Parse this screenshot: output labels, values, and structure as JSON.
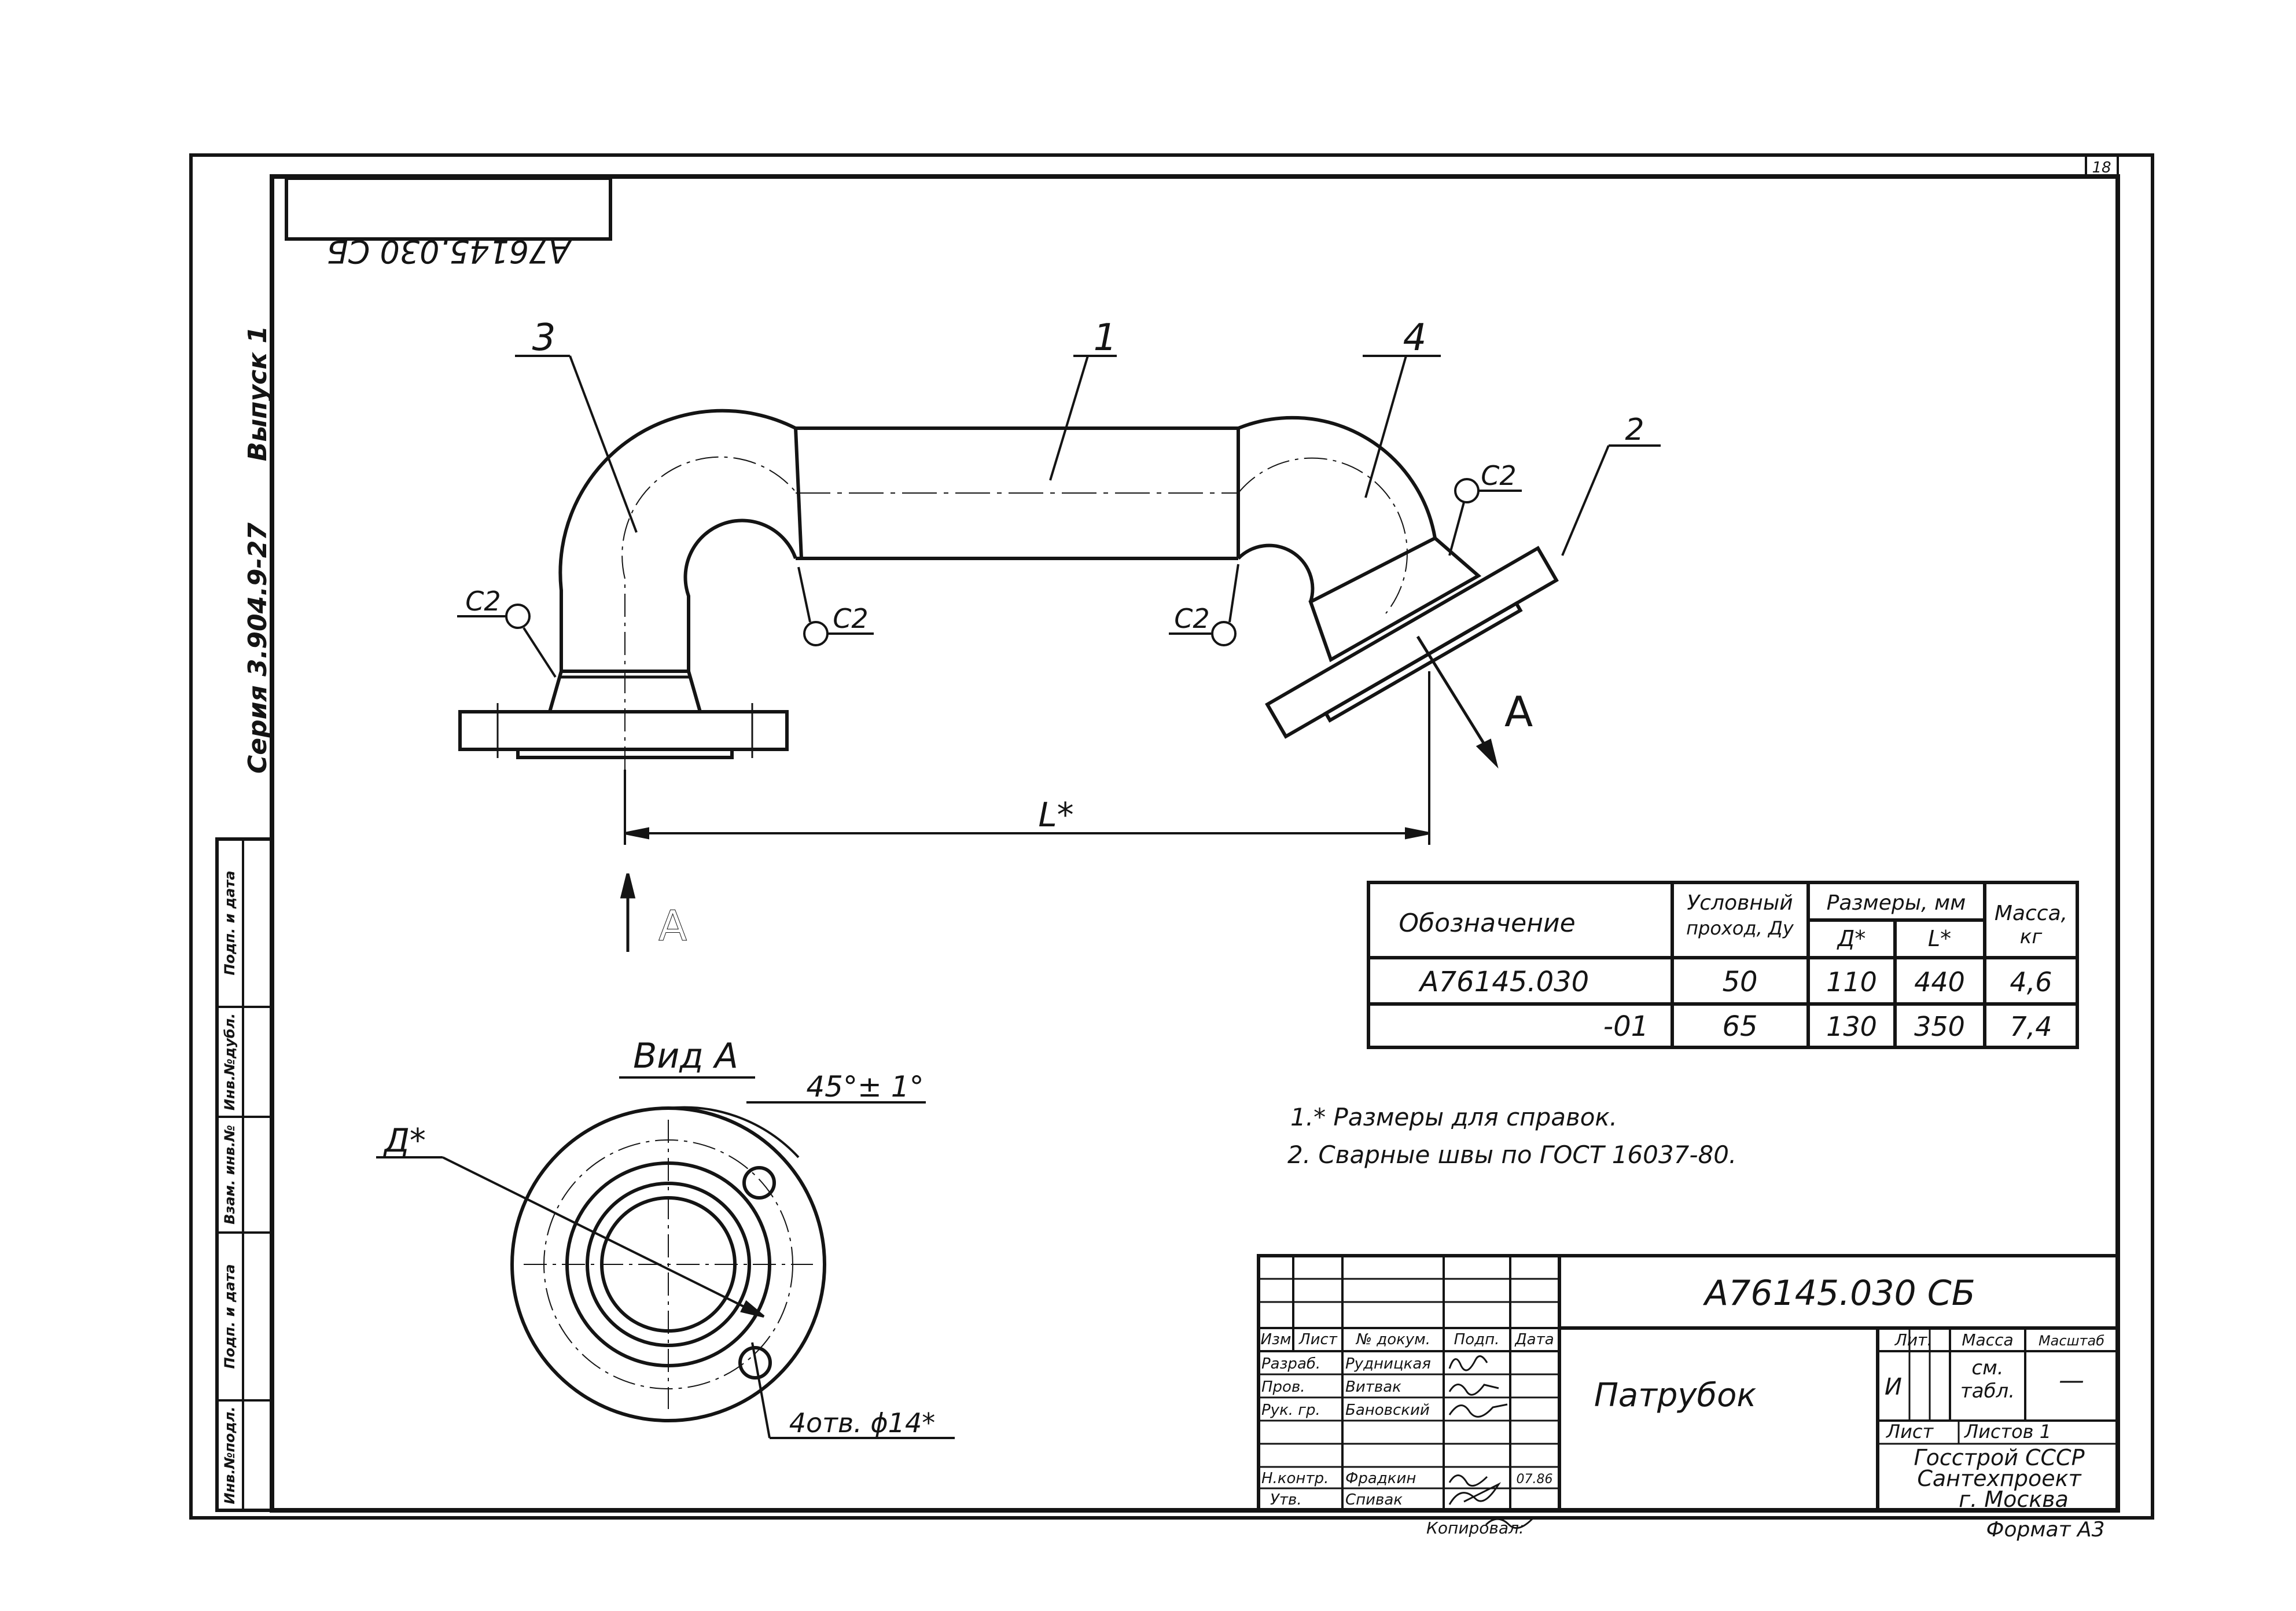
{
  "sheet": {
    "page_number": "18",
    "stamp_code_mirrored": "А76145.030 СБ",
    "series": "Серия 3.904.9-27",
    "issue": "Выпуск 1",
    "copied_by": "Копировал:",
    "format": "Формат А3"
  },
  "side_stamp": {
    "cells": [
      "Инв.№подл.",
      "Подп. и дата",
      "Взам. инв.№",
      "Инв.№дубл.",
      "Подп. и дата"
    ]
  },
  "drawing": {
    "part_labels": [
      "3",
      "1",
      "4",
      "2"
    ],
    "weld_mark": "С2",
    "view_arrow_label": "А",
    "dim_length": "L*",
    "view_title": "Вид А",
    "angle_dim": "45°± 1°",
    "diameter_dim": "Д*",
    "holes_note": "4отв. ϕ14*"
  },
  "variants_table": {
    "headers": {
      "designation": "Обозначение",
      "nominal_bore": "Условный",
      "nominal_bore_2": "проход, Ду",
      "sizes": "Размеры, мм",
      "d": "Д*",
      "l": "L*",
      "mass": "Масса,",
      "mass_unit": "кг"
    },
    "rows": [
      {
        "designation": "А76145.030",
        "du": "50",
        "d": "110",
        "l": "440",
        "mass": "4,6"
      },
      {
        "designation": "-01",
        "du": "65",
        "d": "130",
        "l": "350",
        "mass": "7,4"
      }
    ]
  },
  "notes": [
    "1.* Размеры для справок.",
    "2. Сварные швы по ГОСТ 16037-80."
  ],
  "title_block": {
    "code": "А76145.030 СБ",
    "name": "Патрубок",
    "col_headers": [
      "Изм",
      "Лист",
      "№ докум.",
      "Подп.",
      "Дата"
    ],
    "roles": [
      {
        "role": "Разраб.",
        "name": "Рудницкая"
      },
      {
        "role": "Пров.",
        "name": "Витвак"
      },
      {
        "role": "Рук. гр.",
        "name": "Бановский"
      },
      {
        "role": "Н.контр.",
        "name": "Фрадкин",
        "date": "07.86"
      },
      {
        "role": "Утв.",
        "name": "Спивак"
      }
    ],
    "lit_label": "Лит.",
    "mass_label": "Масса",
    "scale_label": "Масштаб",
    "lit_value": "И",
    "mass_value_1": "см.",
    "mass_value_2": "табл.",
    "scale_value": "—",
    "sheet_label": "Лист",
    "sheets_label": "Листов 1",
    "org_1": "Госстрой СССР",
    "org_2": "Сантехпроект",
    "org_3": "г. Москва"
  }
}
